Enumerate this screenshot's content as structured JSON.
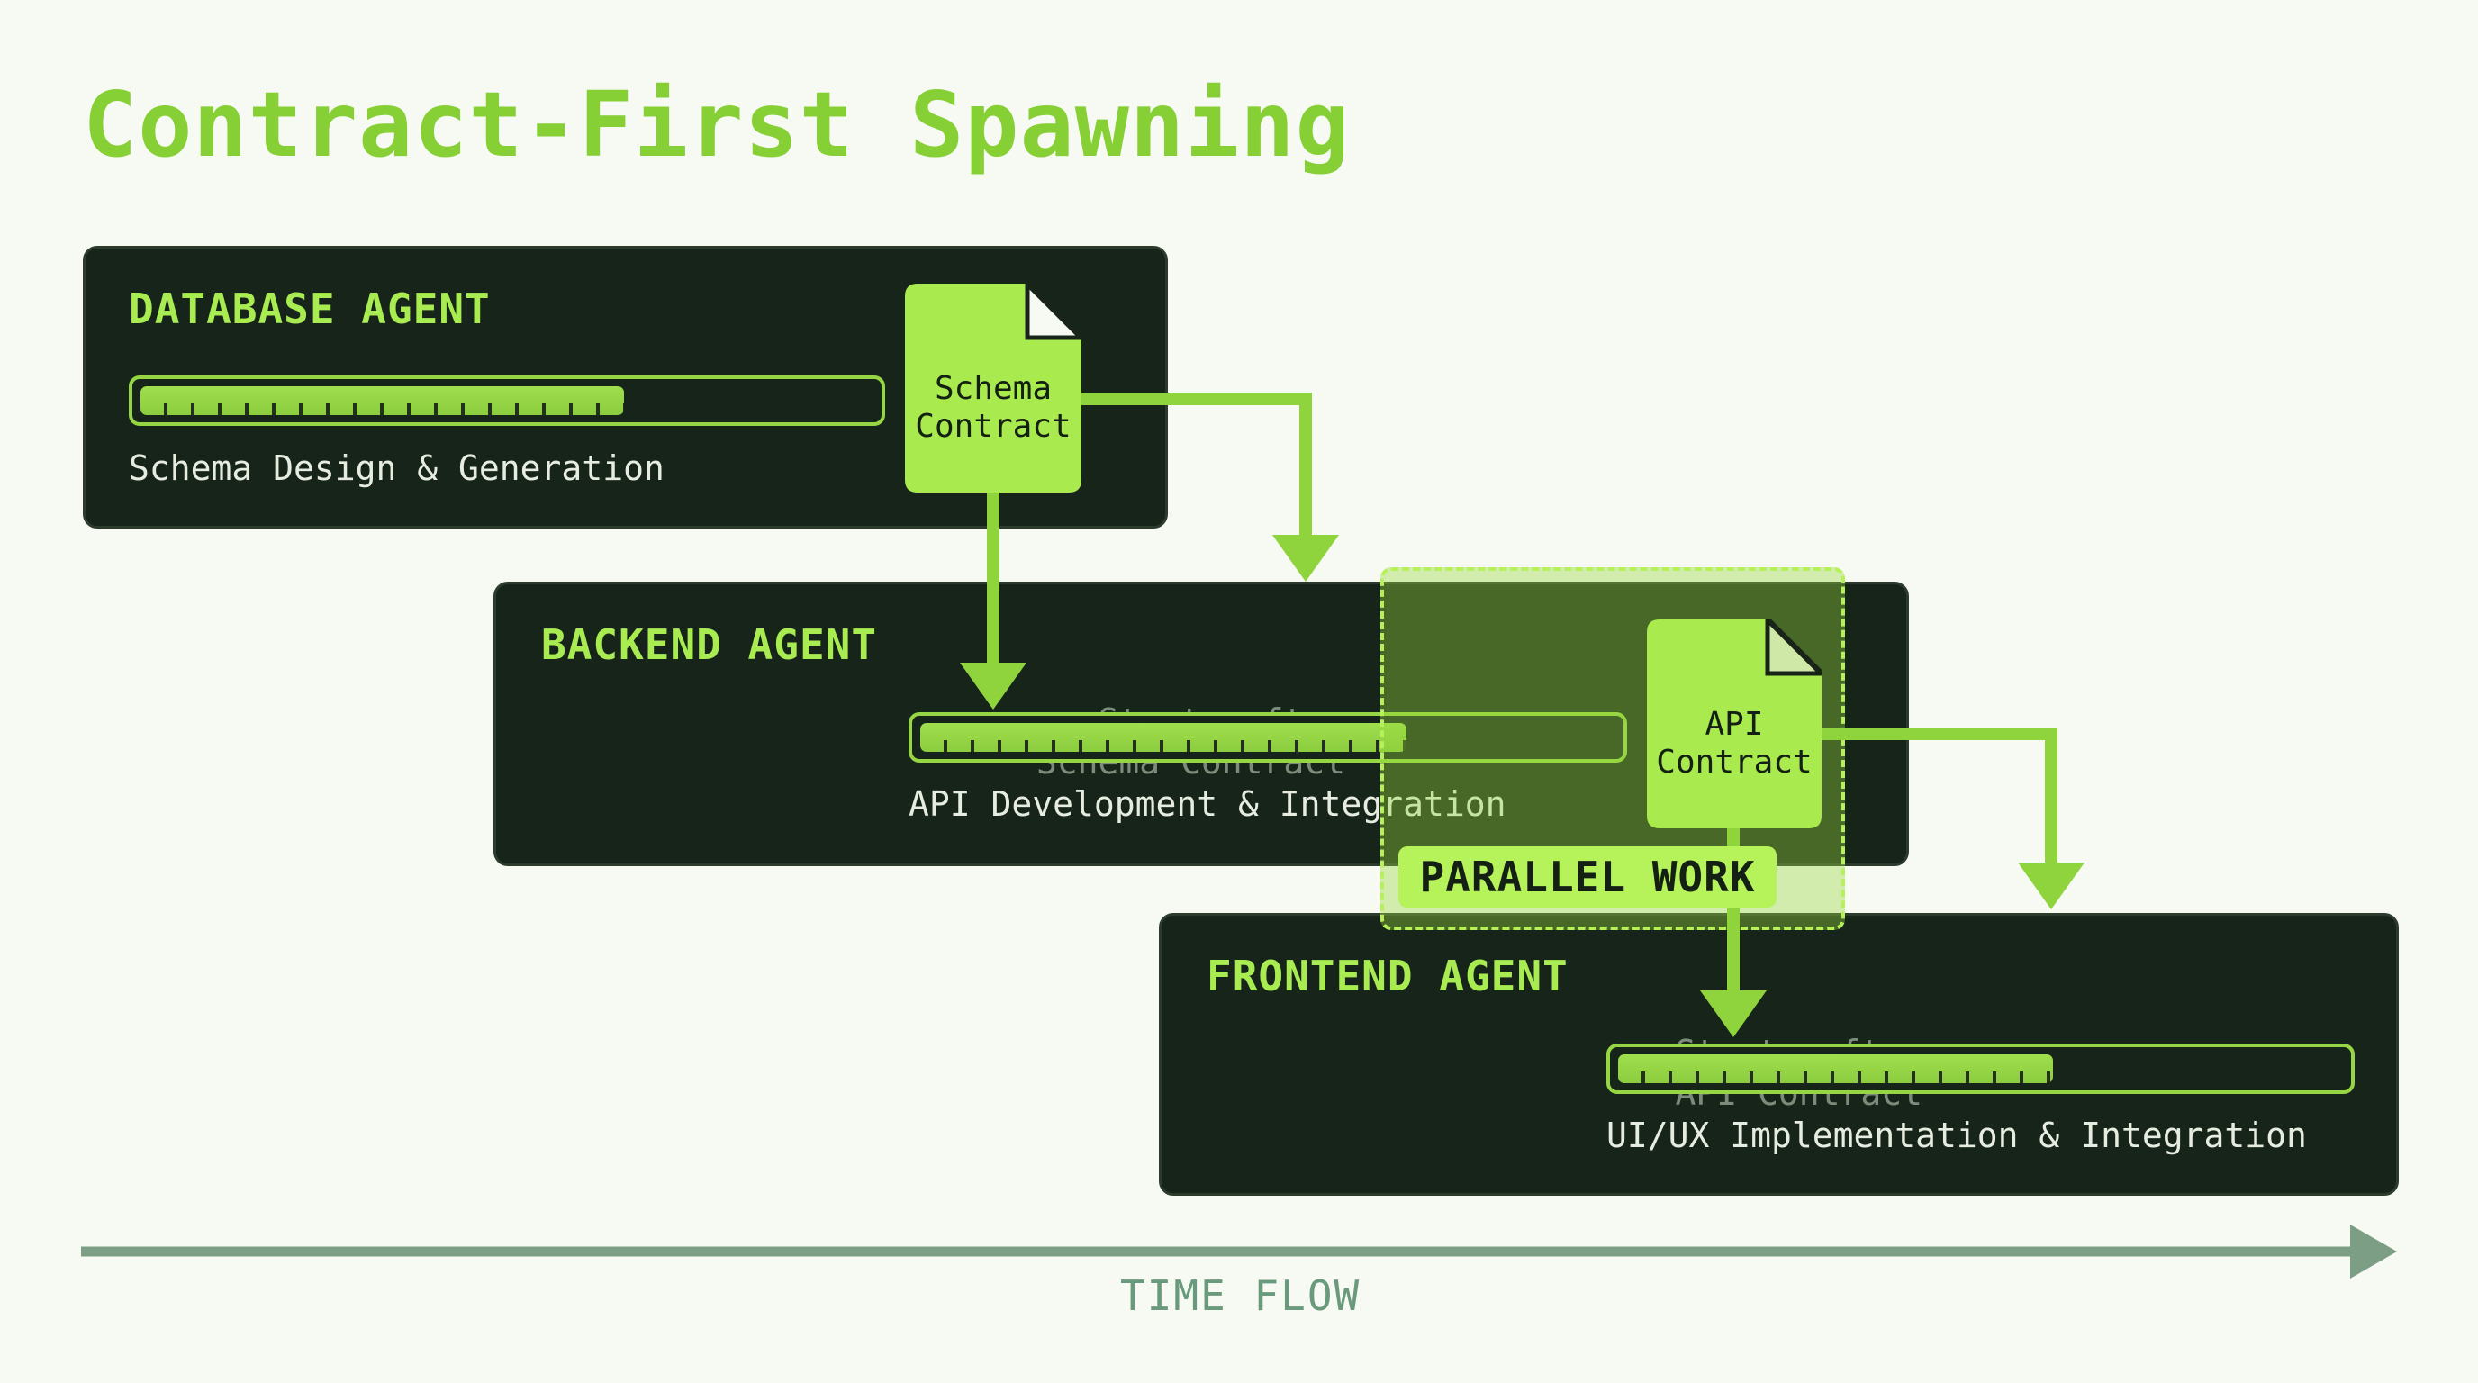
{
  "title": "Contract-First Spawning",
  "agents": [
    {
      "name": "DATABASE AGENT",
      "task": "Schema Design & Generation",
      "progress": 0.66
    },
    {
      "name": "BACKEND AGENT",
      "start_note_line1": "Starts after",
      "start_note_line2": "Schema Contract",
      "task": "API Development & Integration",
      "progress": 0.7
    },
    {
      "name": "FRONTEND AGENT",
      "start_note_line1": "Starts after",
      "start_note_line2": "API Contract",
      "task": "UI/UX Implementation & Integration",
      "progress": 0.6
    }
  ],
  "contracts": [
    {
      "line1": "Schema",
      "line2": "Contract",
      "icon": "document-icon"
    },
    {
      "line1": "API",
      "line2": "Contract",
      "icon": "document-icon"
    }
  ],
  "parallel_label": "PARALLEL WORK",
  "timeline_label": "TIME FLOW",
  "colors": {
    "background": "#f7f9f3",
    "panel": "#172419",
    "accent": "#8fd43c",
    "heading": "#a8ec52",
    "timeline": "#7c9e84"
  }
}
